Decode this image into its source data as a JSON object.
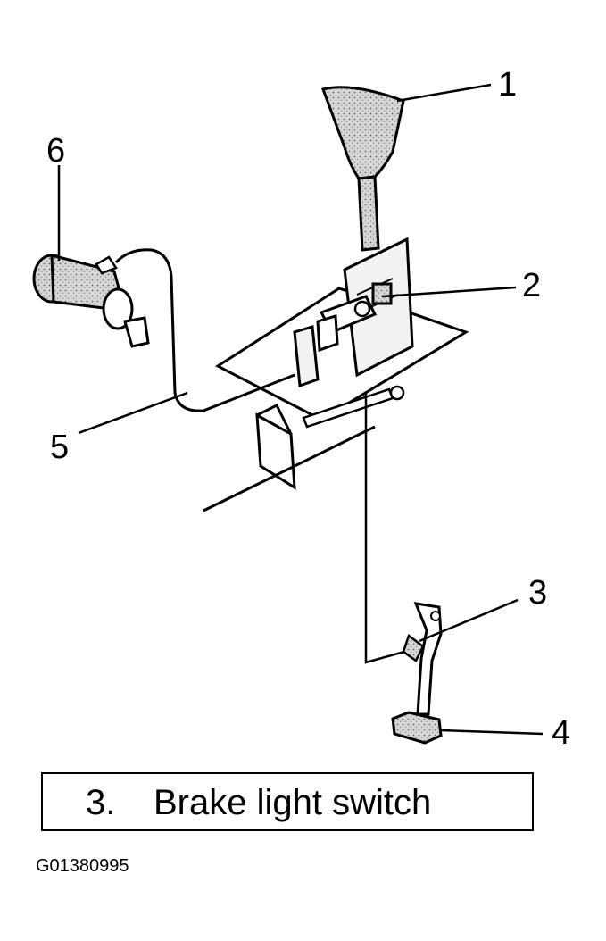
{
  "callouts": {
    "c1": "1",
    "c2": "2",
    "c3": "3",
    "c4": "4",
    "c5": "5",
    "c6": "6"
  },
  "legend": {
    "number": "3.",
    "text": "Brake light switch"
  },
  "figure_id": "G01380995",
  "colors": {
    "ink": "#000000",
    "fill_gray": "#cfcfcf",
    "background": "#ffffff"
  }
}
